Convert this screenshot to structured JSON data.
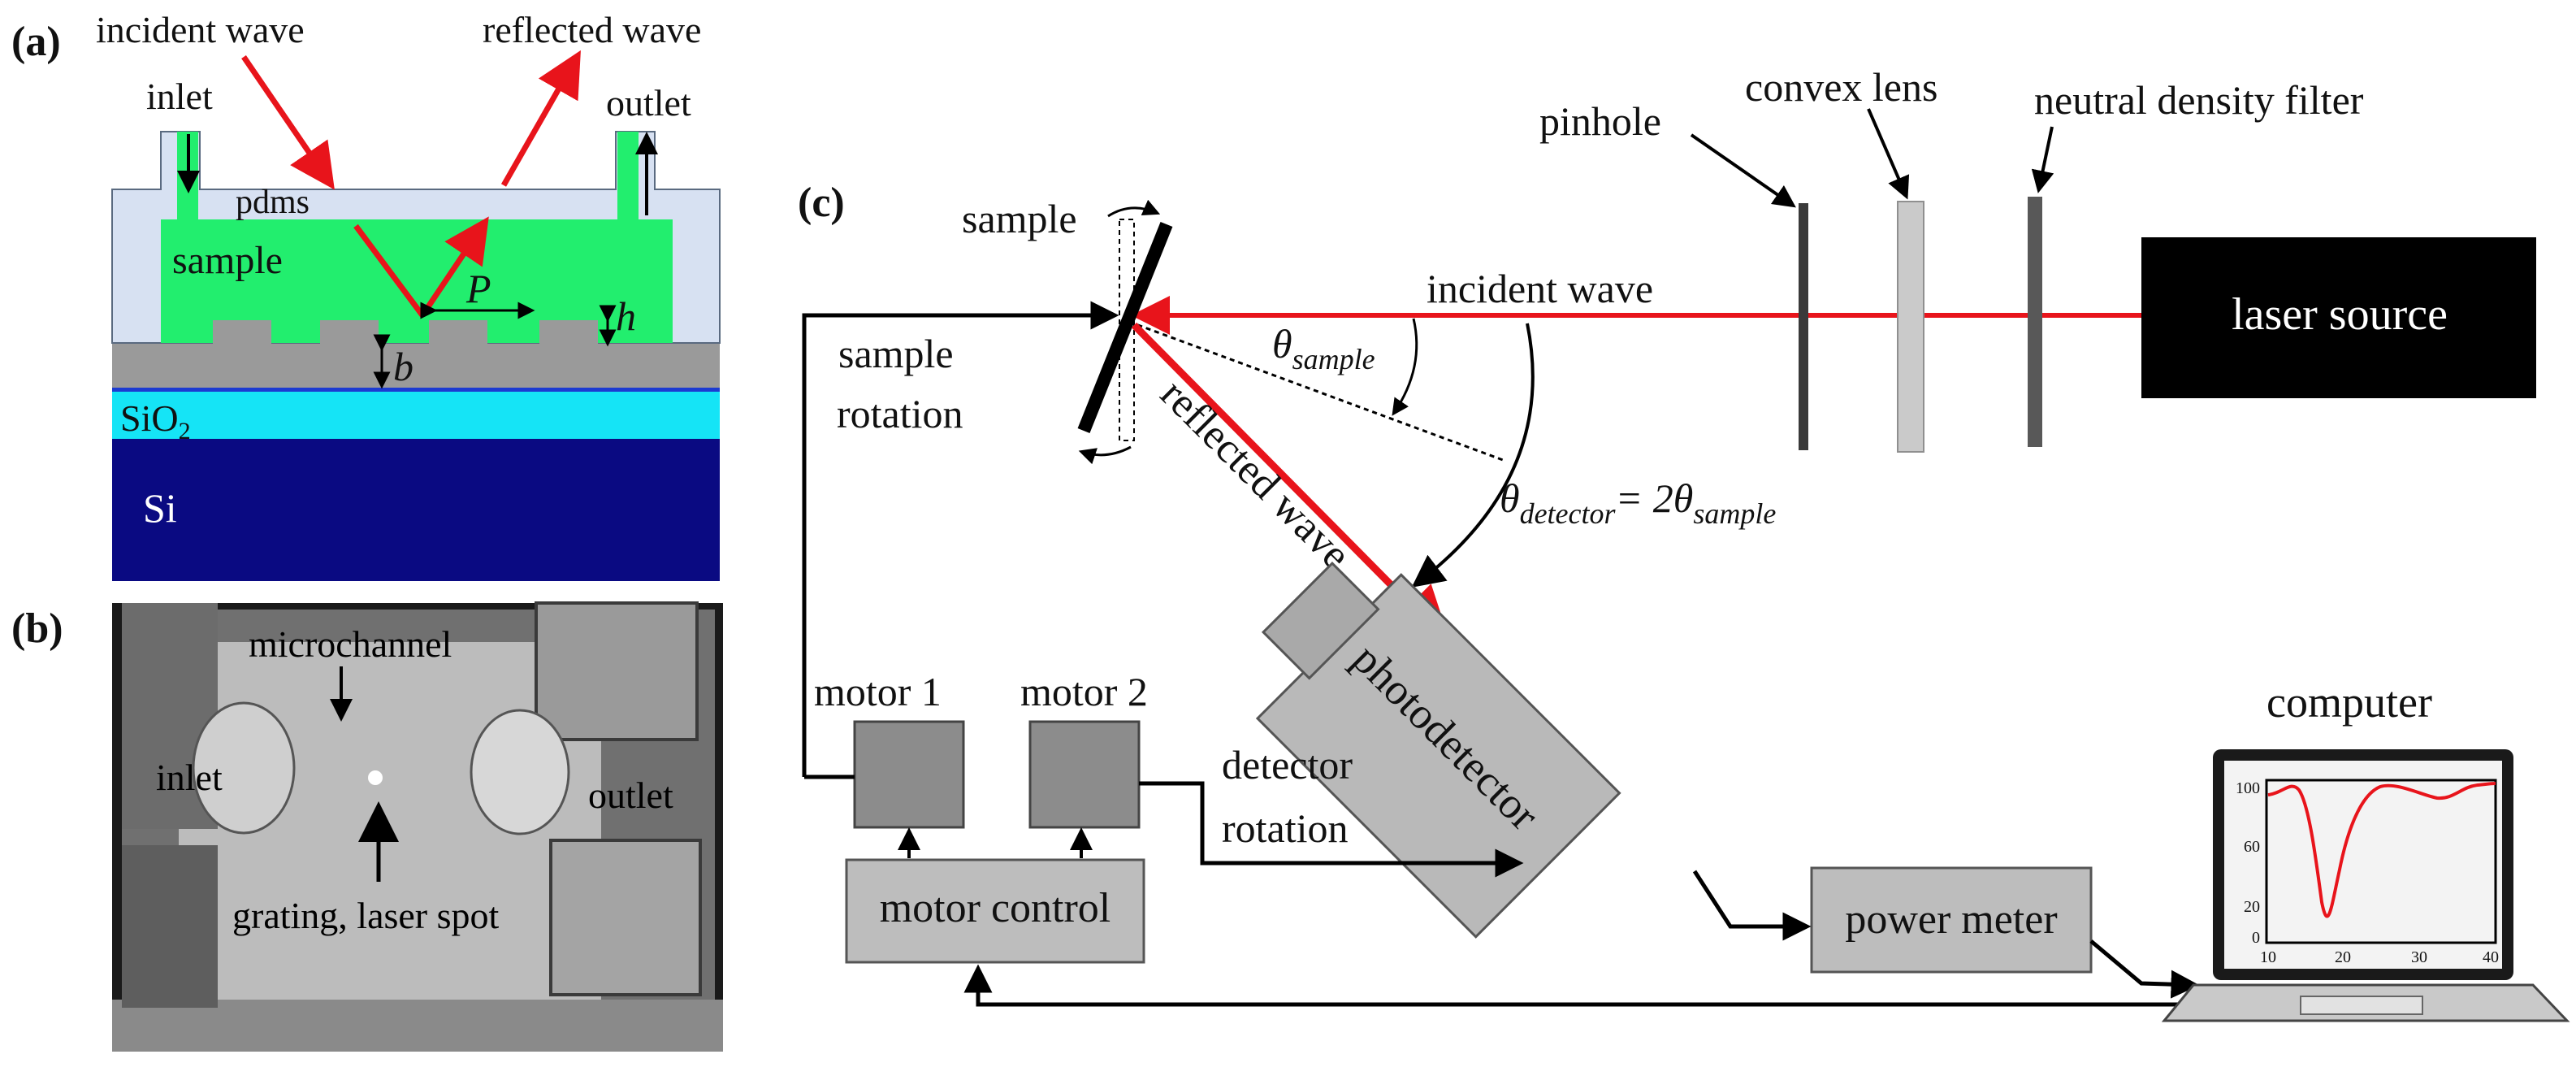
{
  "panels": {
    "a": {
      "label": "(a)"
    },
    "b": {
      "label": "(b)"
    },
    "c": {
      "label": "(c)"
    }
  },
  "panel_a": {
    "incident": "incident wave",
    "reflected": "reflected wave",
    "inlet": "inlet",
    "outlet": "outlet",
    "pdms": "pdms",
    "sample": "sample",
    "P": "P",
    "h": "h",
    "b": "b",
    "sio2_main": "SiO",
    "sio2_sub": "2",
    "si": "Si"
  },
  "panel_b": {
    "microchannel": "microchannel",
    "inlet": "inlet",
    "outlet": "outlet",
    "grating": "grating, laser spot"
  },
  "panel_c": {
    "pinhole": "pinhole",
    "convex_lens": "convex lens",
    "nd_filter": "neutral density filter",
    "laser_source": "laser source",
    "sample": "sample",
    "incident_wave": "incident wave",
    "sample_rotation_1": "sample",
    "sample_rotation_2": "rotation",
    "theta_sample_symbol": "θ",
    "theta_sample_sub": "sample",
    "theta_det_symbol": "θ",
    "theta_det_sub": "detector",
    "theta_eq": "= 2θ",
    "theta_eq_sub": "sample",
    "reflected_wave": "reflected wave",
    "photodetector": "photodetector",
    "motor1": "motor 1",
    "motor2": "motor 2",
    "detector_rotation_1": "detector",
    "detector_rotation_2": "rotation",
    "motor_control": "motor control",
    "power_meter": "power meter",
    "computer": "computer"
  },
  "inset_chart": {
    "y_ticks": [
      "100",
      "60",
      "20",
      "0"
    ],
    "x_ticks": [
      "10",
      "20",
      "30",
      "40"
    ]
  },
  "colors": {
    "laser_red": "#e8141b",
    "fluid_green": "#22ee6e",
    "pdms_blue": "#d7e1f2",
    "grating_grey": "#9a9a9a",
    "sio2_cyan": "#15e4f6",
    "si_navy": "#0a0a82",
    "box_grey": "#bdbdbd",
    "motor_grey": "#8c8c8c"
  }
}
